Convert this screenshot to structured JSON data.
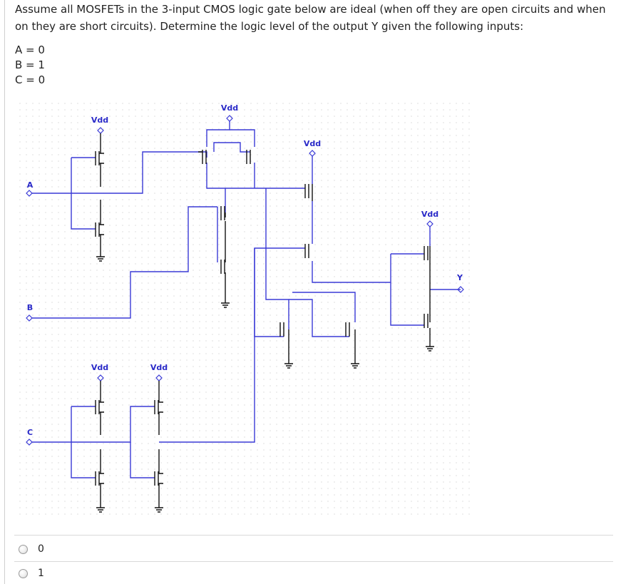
{
  "question": {
    "text": "Assume all MOSFETs in the 3-input CMOS logic gate below are ideal (when off they are open circuits and when on they are short circuits). Determine the logic level of the output Y given the following inputs:",
    "inputs": [
      "A = 0",
      "B = 1",
      "C = 0"
    ]
  },
  "diagram": {
    "vdd_label": "Vdd",
    "input_labels": [
      "A",
      "B",
      "C"
    ],
    "output_label": "Y",
    "colors": {
      "wire": "#3a3ad6",
      "device": "#111111",
      "grid_dot": "#c8c8c8",
      "text": "#2a2ac8"
    }
  },
  "answer_options": [
    {
      "label": "0"
    },
    {
      "label": "1"
    }
  ],
  "icons": {
    "radio": "radio-button-icon"
  }
}
